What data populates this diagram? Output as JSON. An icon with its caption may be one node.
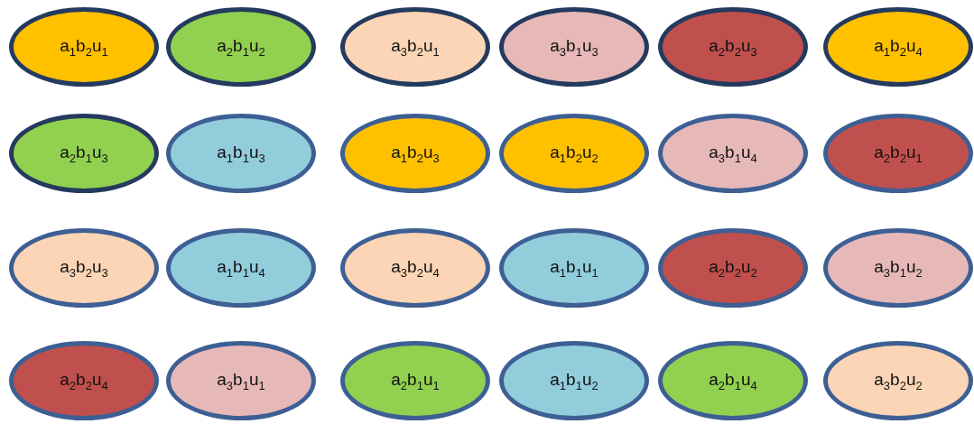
{
  "diagram": {
    "nodes": [
      {
        "text": [
          "a$_{1}$b$_{2}$u$_{1}$"
        ]
      },
      {
        "text": [
          "a$_{2}$b$_{1}$u$_{2}$"
        ]
      },
      {
        "text": [
          "a$_{3}$b$_{2}$u$_{1}$"
        ]
      },
      {
        "text": [
          "a$_{3}$b$_{1}$u$_{3}$"
        ]
      },
      {
        "text": [
          "a$_{2}$b$_{2}$u$_{3}$"
        ]
      },
      {
        "text": [
          "a$_{1}$b$_{2}$u$_{4}$"
        ]
      },
      {
        "text": [
          "a$_{2}$b$_{1}$u$_{3}$"
        ]
      },
      {
        "text": [
          "a$_{1}$b$_{1}$u$_{3}$"
        ]
      },
      {
        "text": [
          "a$_{1}$b$_{2}$u$_{3}$"
        ]
      },
      {
        "text": [
          "a$_{1}$b$_{2}$u$_{2}$"
        ]
      },
      {
        "text": [
          "a$_{3}$b$_{1}$u$_{4}$"
        ]
      },
      {
        "text": [
          "a$_{2}$b$_{2}$u$_{1}$"
        ]
      },
      {
        "text": [
          "a$_{3}$b$_{2}$u$_{3}$"
        ]
      },
      {
        "text": [
          "a$_{1}$b$_{1}$u$_{4}$"
        ]
      },
      {
        "text": [
          "a$_{3}$b$_{2}$u$_{4}$"
        ]
      },
      {
        "text": [
          "a$_{1}$b$_{1}$u$_{1}$"
        ]
      },
      {
        "text": [
          "a$_{2}$b$_{2}$u$_{2}$"
        ]
      },
      {
        "text": [
          "a$_{3}$b$_{1}$u$_{2}$"
        ]
      },
      {
        "text": [
          "a$_{2}$b$_{2}$u$_{4}$"
        ]
      },
      {
        "text": [
          "a$_{3}$b$_{1}$u$_{1}$"
        ]
      },
      {
        "text": [
          "a$_{2}$b$_{1}$u$_{1}$"
        ]
      },
      {
        "text": [
          "a$_{1}$b$_{1}$u$_{2}$"
        ]
      },
      {
        "text": [
          "a$_{2}$b$_{1}$u$_{4}$"
        ]
      },
      {
        "text": [
          "a$_{3}$b$_{2}$u$_{2}$"
        ]
      }
    ]
  }
}
